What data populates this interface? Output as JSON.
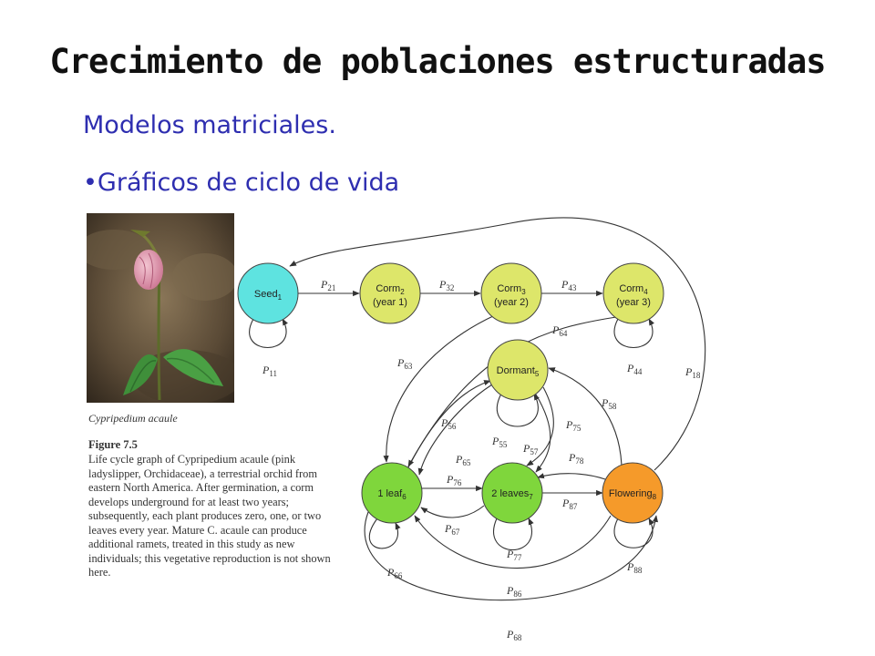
{
  "slide": {
    "title": "Crecimiento de poblaciones estructuradas",
    "subtitle": "Modelos matriciales.",
    "bullet": "•Gráficos de ciclo de vida"
  },
  "caption": {
    "species": "Cypripedium acaule",
    "figure": "Figure 7.5",
    "text": "Life cycle graph of Cypripedium acaule (pink ladyslipper, Orchidaceae), a terrestrial orchid from eastern North America. After germination, a corm develops underground for at least two years; subsequently, each plant produces zero, one, or two leaves every year. Mature C. acaule can produce additional ramets, treated in this study as new individuals; this vegetative reproduction is not shown here."
  },
  "graph": {
    "nodes": [
      {
        "id": "seed",
        "label": "Seed",
        "sub": "1",
        "extra": "",
        "color": "#5ee3e0"
      },
      {
        "id": "corm2",
        "label": "Corm",
        "sub": "2",
        "extra": "(year 1)",
        "color": "#dde66a"
      },
      {
        "id": "corm3",
        "label": "Corm",
        "sub": "3",
        "extra": "(year 2)",
        "color": "#dde66a"
      },
      {
        "id": "corm4",
        "label": "Corm",
        "sub": "4",
        "extra": "(year 3)",
        "color": "#dde66a"
      },
      {
        "id": "dormant",
        "label": "Dormant",
        "sub": "5",
        "extra": "",
        "color": "#dde66a"
      },
      {
        "id": "leaf1",
        "label": "1 leaf",
        "sub": "6",
        "extra": "",
        "color": "#7fd63c"
      },
      {
        "id": "leaves2",
        "label": "2 leaves",
        "sub": "7",
        "extra": "",
        "color": "#7fd63c"
      },
      {
        "id": "flowering",
        "label": "Flowering",
        "sub": "8",
        "extra": "",
        "color": "#f59a2a"
      }
    ],
    "transitions": [
      {
        "label": "P21"
      },
      {
        "label": "P32"
      },
      {
        "label": "P43"
      },
      {
        "label": "P11"
      },
      {
        "label": "P64"
      },
      {
        "label": "P63"
      },
      {
        "label": "P44"
      },
      {
        "label": "P18"
      },
      {
        "label": "P58"
      },
      {
        "label": "P56"
      },
      {
        "label": "P75"
      },
      {
        "label": "P65"
      },
      {
        "label": "P55"
      },
      {
        "label": "P57"
      },
      {
        "label": "P78"
      },
      {
        "label": "P76"
      },
      {
        "label": "P87"
      },
      {
        "label": "P67"
      },
      {
        "label": "P77"
      },
      {
        "label": "P66"
      },
      {
        "label": "P88"
      },
      {
        "label": "P86"
      },
      {
        "label": "P68"
      }
    ]
  }
}
